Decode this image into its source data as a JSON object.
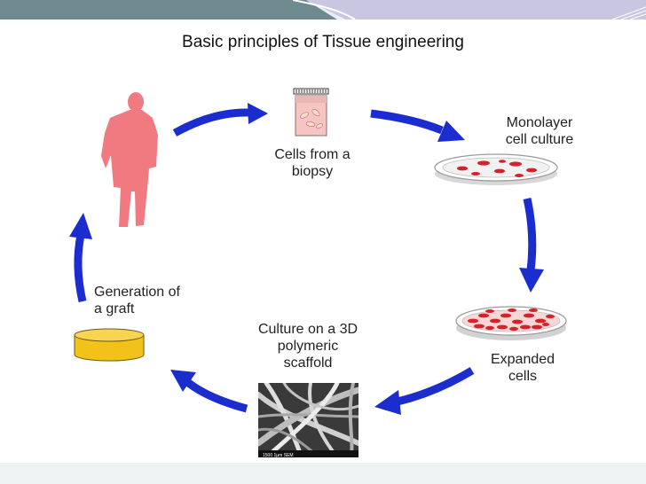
{
  "title": "Basic principles of Tissue engineering",
  "steps": {
    "biopsy": "Cells from a\nbiopsy",
    "monolayer": "Monolayer\ncell culture",
    "expanded": "Expanded\ncells",
    "scaffold": "Culture on a 3D\npolymeric\nscaffold",
    "graft": "Generation of\na graft"
  },
  "scaffold_image_caption": "1500  1µm  SEM",
  "colors": {
    "arrow": "#1c2dd0",
    "person": "#f07a80",
    "cells": "#d8202a",
    "graft": "#f2c21a",
    "header_band": "#6e8a8e"
  }
}
